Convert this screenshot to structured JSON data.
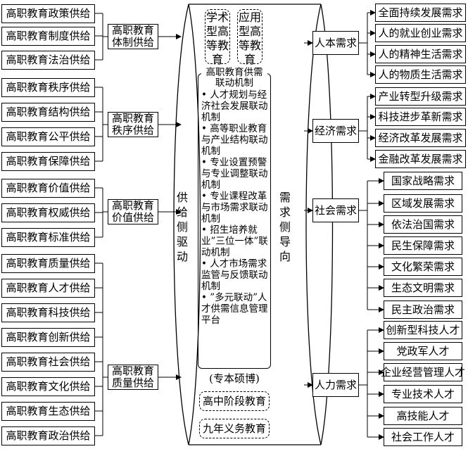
{
  "supply": [
    {
      "label": "高职教育体制供给",
      "items": [
        "高职教育政策供给",
        "高职教育制度供给",
        "高职教育法治供给"
      ]
    },
    {
      "label": "高职教育秩序供给",
      "items": [
        "高职教育秩序供给",
        "高职教育结构供给",
        "高职教育公平供给",
        "高职教育保障供给"
      ]
    },
    {
      "label": "高职教育价值供给",
      "items": [
        "高职教育价值供给",
        "高职教育权威供给",
        "高职教育标准供给"
      ]
    },
    {
      "label": "高职教育质量供给",
      "items": [
        "高职教育质量供给",
        "高职教育人才供给",
        "高职教育科技供给",
        "高职教育创新供给",
        "高职教育社会供给",
        "高职教育文化供给",
        "高职教育生态供给",
        "高职教育政治供给"
      ]
    }
  ],
  "demand": [
    {
      "label": "人本需求",
      "items": [
        "全面持续发展需求",
        "人的就业创业需求",
        "人的精神生活需求",
        "人的物质生活需求"
      ]
    },
    {
      "label": "经济需求",
      "items": [
        "产业转型升级需求",
        "科技进步革新需求",
        "经济改革发展需求",
        "金融改革发展需求"
      ]
    },
    {
      "label": "社会需求",
      "items": [
        "国家战略需求",
        "区域发展需求",
        "依法治国需求",
        "民生保障需求",
        "文化繁荣需求",
        "生态文明需求",
        "民主政治需求"
      ]
    },
    {
      "label": "人力需求",
      "items": [
        "创新型科技人才",
        "党政军人才",
        "企业经营管理人才",
        "专业技术人才",
        "高技能人才",
        "社会工作人才"
      ]
    }
  ],
  "center": {
    "supply_side": "供给侧驱动",
    "demand_side": "需求侧导向",
    "academic": "学术型高等教育",
    "applied": "应用型高等教育",
    "mechanism_title": "高职教育供需联动机制",
    "mechanisms": [
      "• 人才规划与经济社会发展联动机制",
      "• 高等职业教育与产业结构联动机制",
      "• 专业设置预警与专业调整联动机制",
      "• 专业课程改革与市场需求联动机制",
      "• 招生培养就业”三位一体”联动机制",
      "• 人才市场需求监管与反馈联动机制",
      "• ”多元联动”人才供需信息管理平台"
    ],
    "levels": "(专本硕博)",
    "high_school": "高中阶段教育",
    "nine_year": "九年义务教育"
  }
}
